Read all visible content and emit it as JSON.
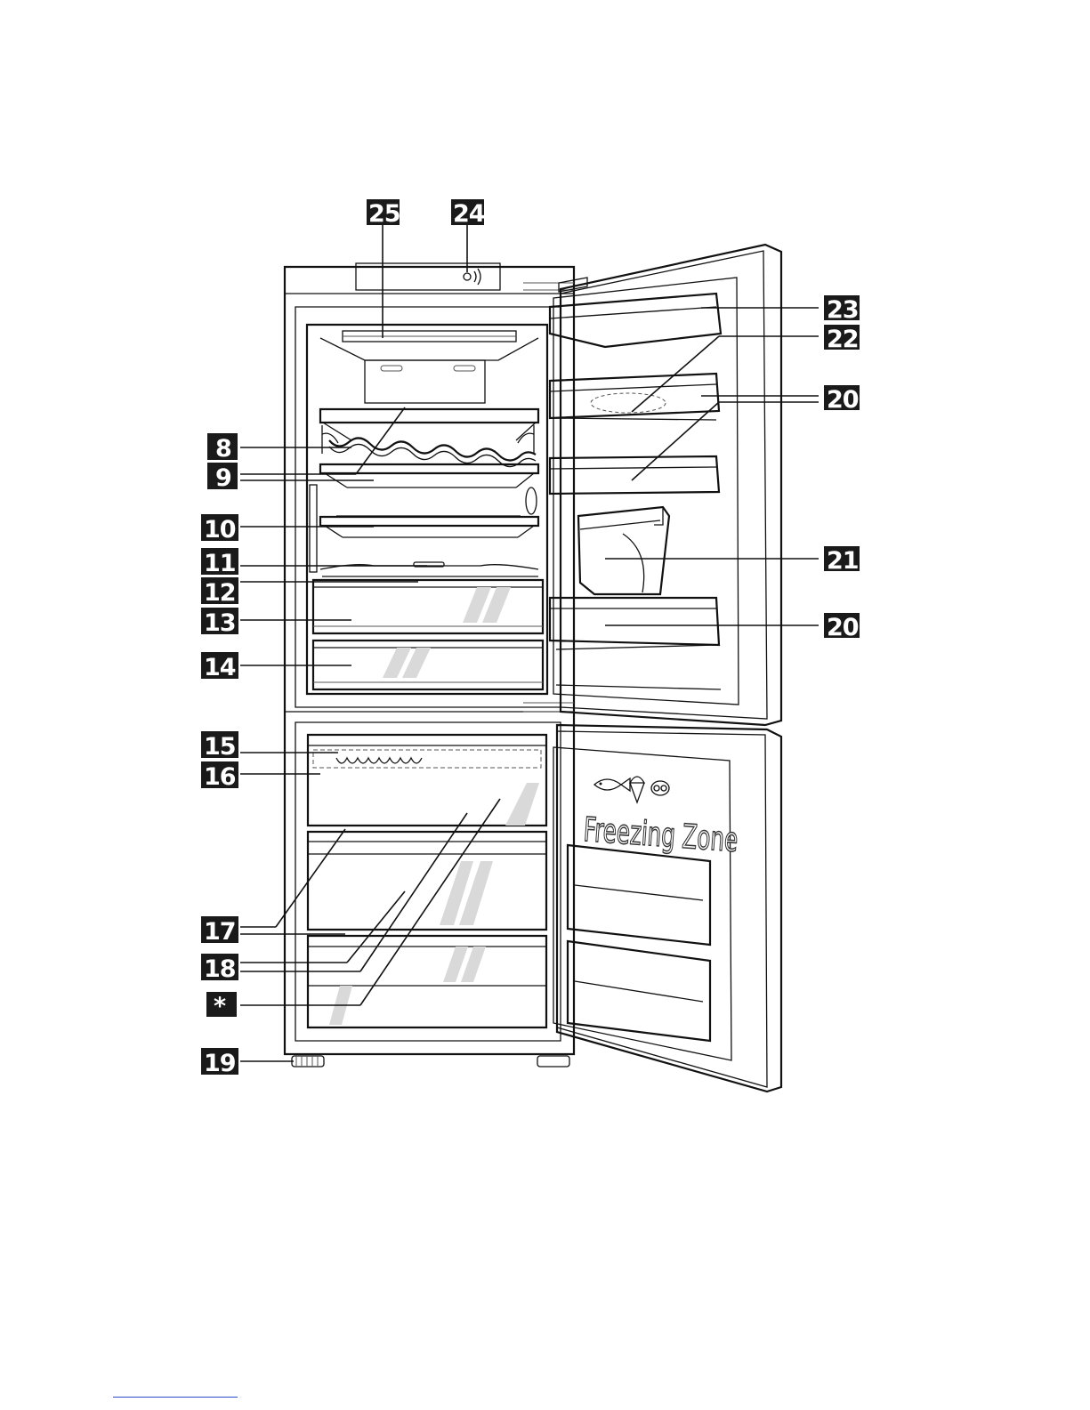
{
  "callouts": [
    {
      "id": "c25",
      "label": "25"
    },
    {
      "id": "c24",
      "label": "24"
    },
    {
      "id": "c23",
      "label": "23"
    },
    {
      "id": "c22",
      "label": "22"
    },
    {
      "id": "c20a",
      "label": "20"
    },
    {
      "id": "c8",
      "label": "8"
    },
    {
      "id": "c9",
      "label": "9"
    },
    {
      "id": "c10",
      "label": "10"
    },
    {
      "id": "c11",
      "label": "11"
    },
    {
      "id": "c21",
      "label": "21"
    },
    {
      "id": "c12",
      "label": "12"
    },
    {
      "id": "c13",
      "label": "13"
    },
    {
      "id": "c20b",
      "label": "20"
    },
    {
      "id": "c14",
      "label": "14"
    },
    {
      "id": "c15",
      "label": "15"
    },
    {
      "id": "c16",
      "label": "16"
    },
    {
      "id": "c17",
      "label": "17"
    },
    {
      "id": "c18",
      "label": "18"
    },
    {
      "id": "cstar",
      "label": "*"
    },
    {
      "id": "c19",
      "label": "19"
    }
  ],
  "door_text": "Freezing Zone",
  "icons": [
    "fish-icon",
    "ice-cream-icon",
    "food-icon"
  ],
  "colors": {
    "line": "#111111",
    "label_bg": "#1a1a1a",
    "label_text": "#ffffff",
    "link": "#2a4bd0"
  }
}
